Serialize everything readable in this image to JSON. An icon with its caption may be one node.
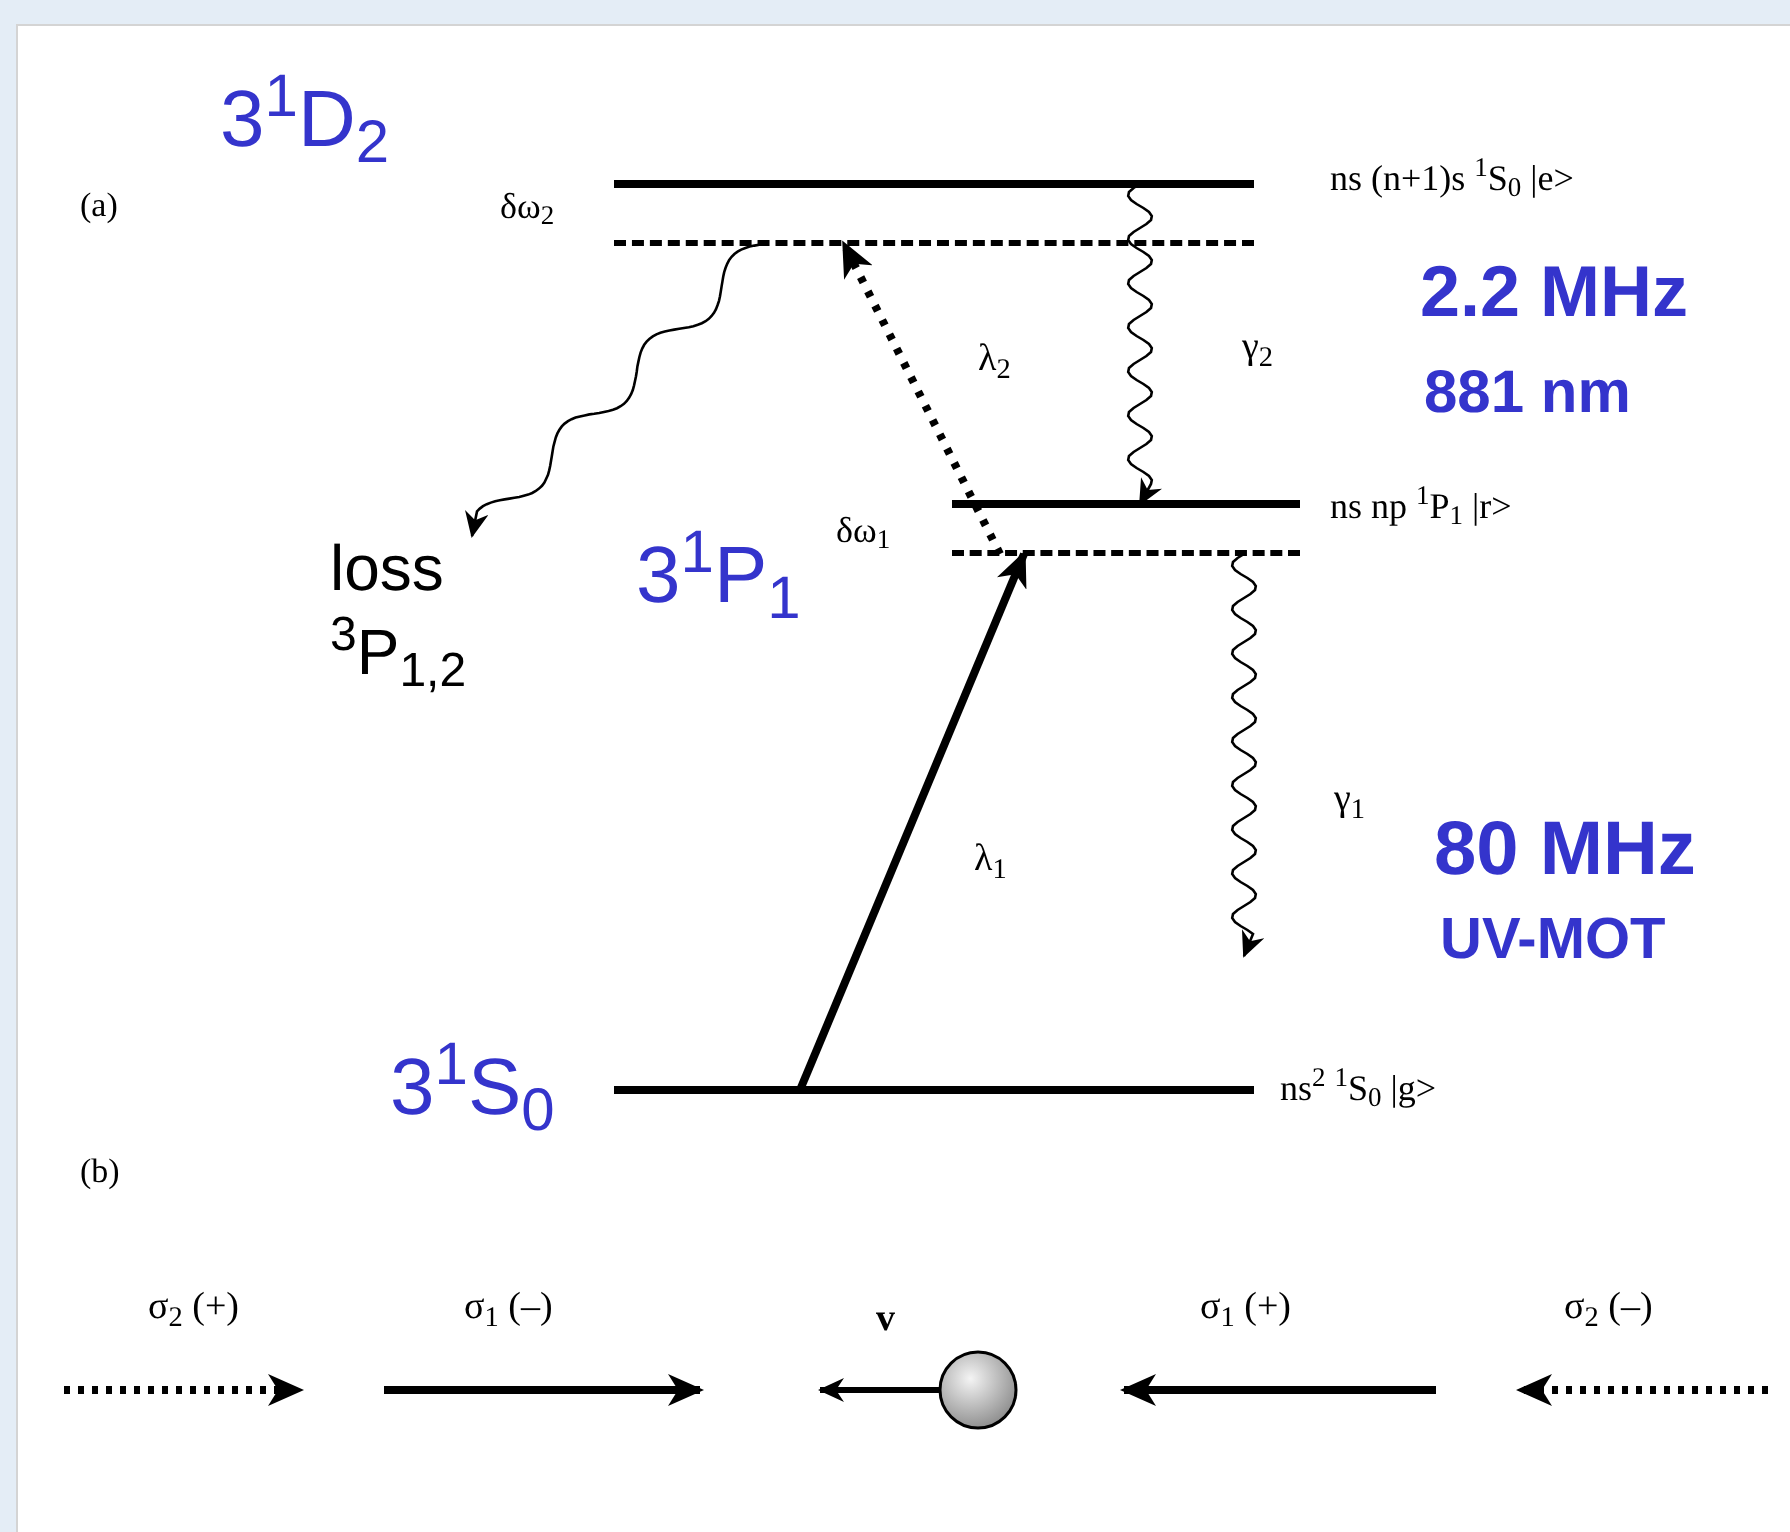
{
  "diagram": {
    "nodes": [
      {
        "text": [],
        "shape": "bar",
        "beside": [
          "ns (n+1)s $^{1}$S$_{0}$ |e>"
        ]
      },
      {
        "text": [],
        "shape": "bar",
        "beside": [
          "δω$_{2}$"
        ]
      },
      {
        "text": [],
        "shape": "bar",
        "beside": [
          "ns np $^{1}$P$_{1}$ |r>"
        ]
      },
      {
        "text": [],
        "shape": "bar",
        "beside": [
          "δω$_{1}$"
        ]
      },
      {
        "text": [],
        "shape": "bar",
        "beside": [
          "ns$^{2}$ $^{1}$S$_{0}$ |g>"
        ]
      },
      {
        "text": [
          "loss",
          "$^{3}$P$_{1,2}$"
        ]
      }
    ],
    "edges": [
      {
        "from": 4,
        "to": 3,
        "arrow": "to",
        "label": "λ$_{1}$",
        "style": "thick"
      },
      {
        "from": 3,
        "to": 1,
        "arrow": "to",
        "label": "λ$_{2}$",
        "style": "dashed"
      },
      {
        "from": 0,
        "to": 2,
        "arrow": "to",
        "label": "γ$_{2}$"
      },
      {
        "from": 3,
        "to": null,
        "arrow": "to",
        "label": "γ$_{1}$"
      },
      {
        "from": 1,
        "to": 5,
        "arrow": "to"
      }
    ],
    "labels": [
      "3$^{1}$D$_{2}$",
      "(a)",
      "2.2 MHz",
      "881 nm",
      "3$^{1}$P$_{1}$",
      "80 MHz",
      "UV-MOT",
      "3$^{1}$S$_{0}$",
      "(b)",
      "σ$_{2}$ (+)",
      "σ$_{1}$ (–)",
      "v",
      "σ$_{1}$ (+)",
      "σ$_{2}$ (–)"
    ]
  }
}
